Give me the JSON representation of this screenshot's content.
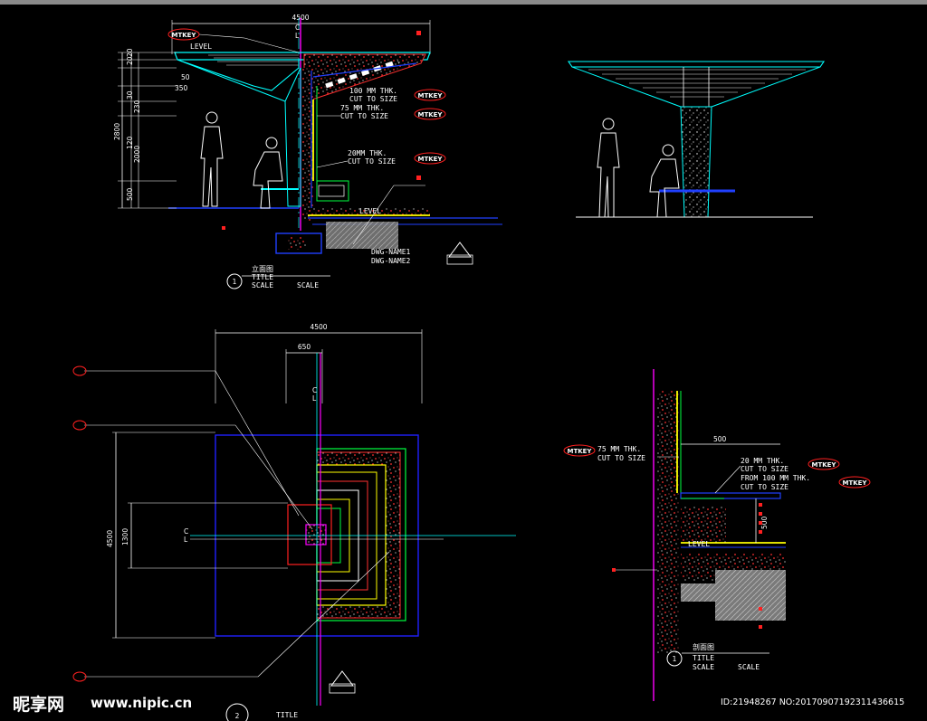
{
  "colors": {
    "background": "#000000",
    "cyan": "#00ffff",
    "red": "#ff2020",
    "yellow": "#ffff00",
    "green": "#00ff40",
    "blue": "#2020ff",
    "magenta": "#ff00ff",
    "white": "#ffffff",
    "gray": "#9a9a9a"
  },
  "view1": {
    "top_dim": "4500",
    "cl": "C\nL",
    "level": "LEVEL",
    "mtkey": "MTKEY",
    "dims_left": [
      "20",
      "20",
      "50",
      "350",
      "30",
      "230",
      "120",
      "2000",
      "2800",
      "500"
    ],
    "note1": [
      "100 MM THK.",
      "CUT TO SIZE"
    ],
    "note2": [
      "75 MM THK.",
      "CUT TO SIZE"
    ],
    "note3": [
      "20MM THK.",
      "CUT TO SIZE"
    ],
    "level2": "LEVEL",
    "dwg": [
      "DWG-NAME1",
      "DWG-NAME2"
    ],
    "title_cn": "立面图",
    "title": "TITLE",
    "scale": "SCALE",
    "scale2": "SCALE",
    "num": "1"
  },
  "view3": {
    "top_dim": "4500",
    "sub_dim": "650",
    "cl": "C\nL",
    "side1": "4500",
    "side2": "1300",
    "title": "TITLE",
    "num": "2"
  },
  "view4": {
    "dim": "500",
    "note1": [
      "75 MM THK.",
      "CUT TO SIZE"
    ],
    "note2": [
      "20 MM THK.",
      "CUT TO SIZE",
      "FROM 100 MM THK.",
      "CUT TO SIZE"
    ],
    "mtkey": "MTKEY",
    "level": "LEVEL",
    "dim2": "500",
    "title_cn": "剖面图",
    "title": "TITLE",
    "scale": "SCALE",
    "scale2": "SCALE",
    "num": "1"
  },
  "watermark": {
    "logo": "昵享网",
    "site": "www.nipic.cn",
    "id": "ID:21948267 NO:20170907192311436615"
  }
}
